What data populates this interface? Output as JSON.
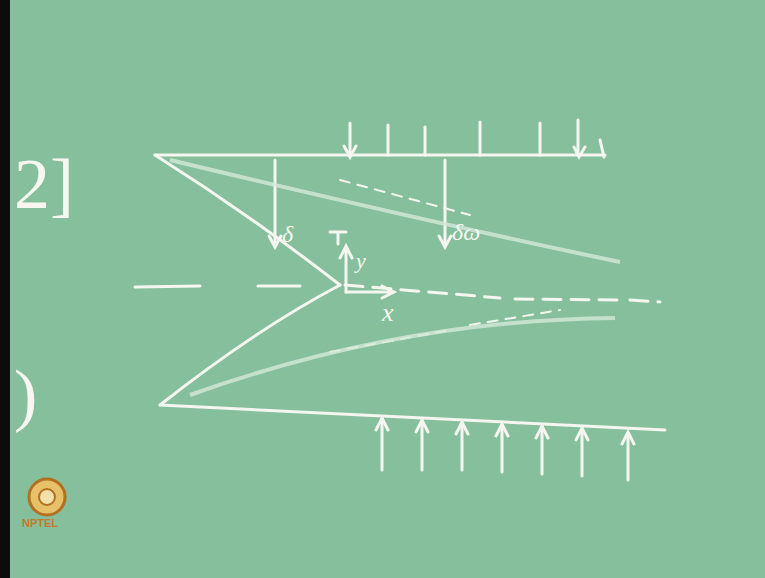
{
  "diagram": {
    "labels": [
      "2]",
      ")",
      "δ",
      "y",
      "x",
      "δω",
      "NPTEL"
    ]
  }
}
